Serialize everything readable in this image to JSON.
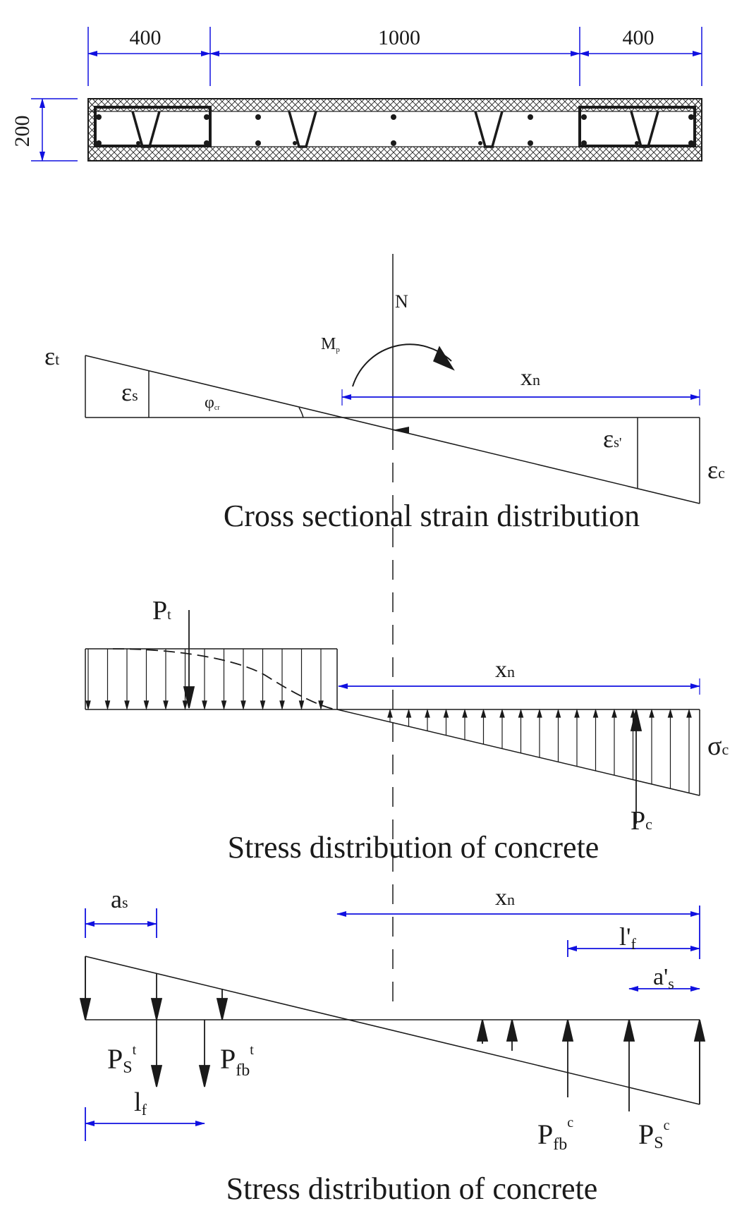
{
  "section": {
    "dims": {
      "left": "400",
      "middle": "1000",
      "right": "400",
      "height": "200"
    }
  },
  "strain": {
    "label_N": "N",
    "label_Mp": "M",
    "label_Mp_sub": "p",
    "eps_t": "ε",
    "eps_t_sub": "t",
    "eps_s": "ε",
    "eps_s_sub": "s",
    "phi": "φ",
    "phi_sub": "cr",
    "xn": "x",
    "xn_sub": "n",
    "eps_s_prime": "ε",
    "eps_s_prime_sub": "s'",
    "eps_c": "ε",
    "eps_c_sub": "c",
    "caption": "Cross sectional strain distribution"
  },
  "stress": {
    "Pt": "P",
    "Pt_sub": "t",
    "xn": "x",
    "xn_sub": "n",
    "sigma_c": "σ",
    "sigma_c_sub": "c",
    "Pc": "P",
    "Pc_sub": "c",
    "caption": "Stress distribution of concrete"
  },
  "forces": {
    "as": "a",
    "as_sub": "s",
    "xn": "x",
    "xn_sub": "n",
    "lf_prime": "l'",
    "lf_prime_sub": "f",
    "as_prime": "a'",
    "as_prime_sub": "s",
    "Ps_t": "P",
    "Ps_t_sub": "S",
    "Ps_t_sup": "t",
    "Pfb_t": "P",
    "Pfb_t_sub": "fb",
    "Pfb_t_sup": "t",
    "lf": "l",
    "lf_sub": "f",
    "Pfb_c": "P",
    "Pfb_c_sub": "fb",
    "Pfb_c_sup": "c",
    "Ps_c": "P",
    "Ps_c_sub": "S",
    "Ps_c_sup": "c",
    "caption": "Stress distribution of concrete"
  },
  "colors": {
    "dimension": "#1010e0",
    "line": "#1a1a1a"
  }
}
